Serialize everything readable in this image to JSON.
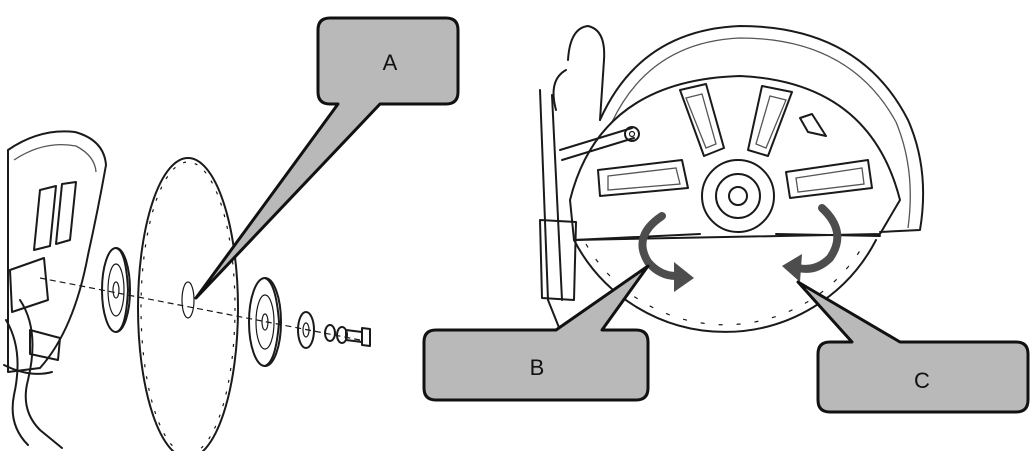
{
  "callouts": {
    "a": "A",
    "b": "B",
    "c": "C"
  },
  "colors": {
    "callout_fill": "#b9b9b9",
    "outline": "#111111",
    "rotation_arrow": "#4d4d4d"
  }
}
